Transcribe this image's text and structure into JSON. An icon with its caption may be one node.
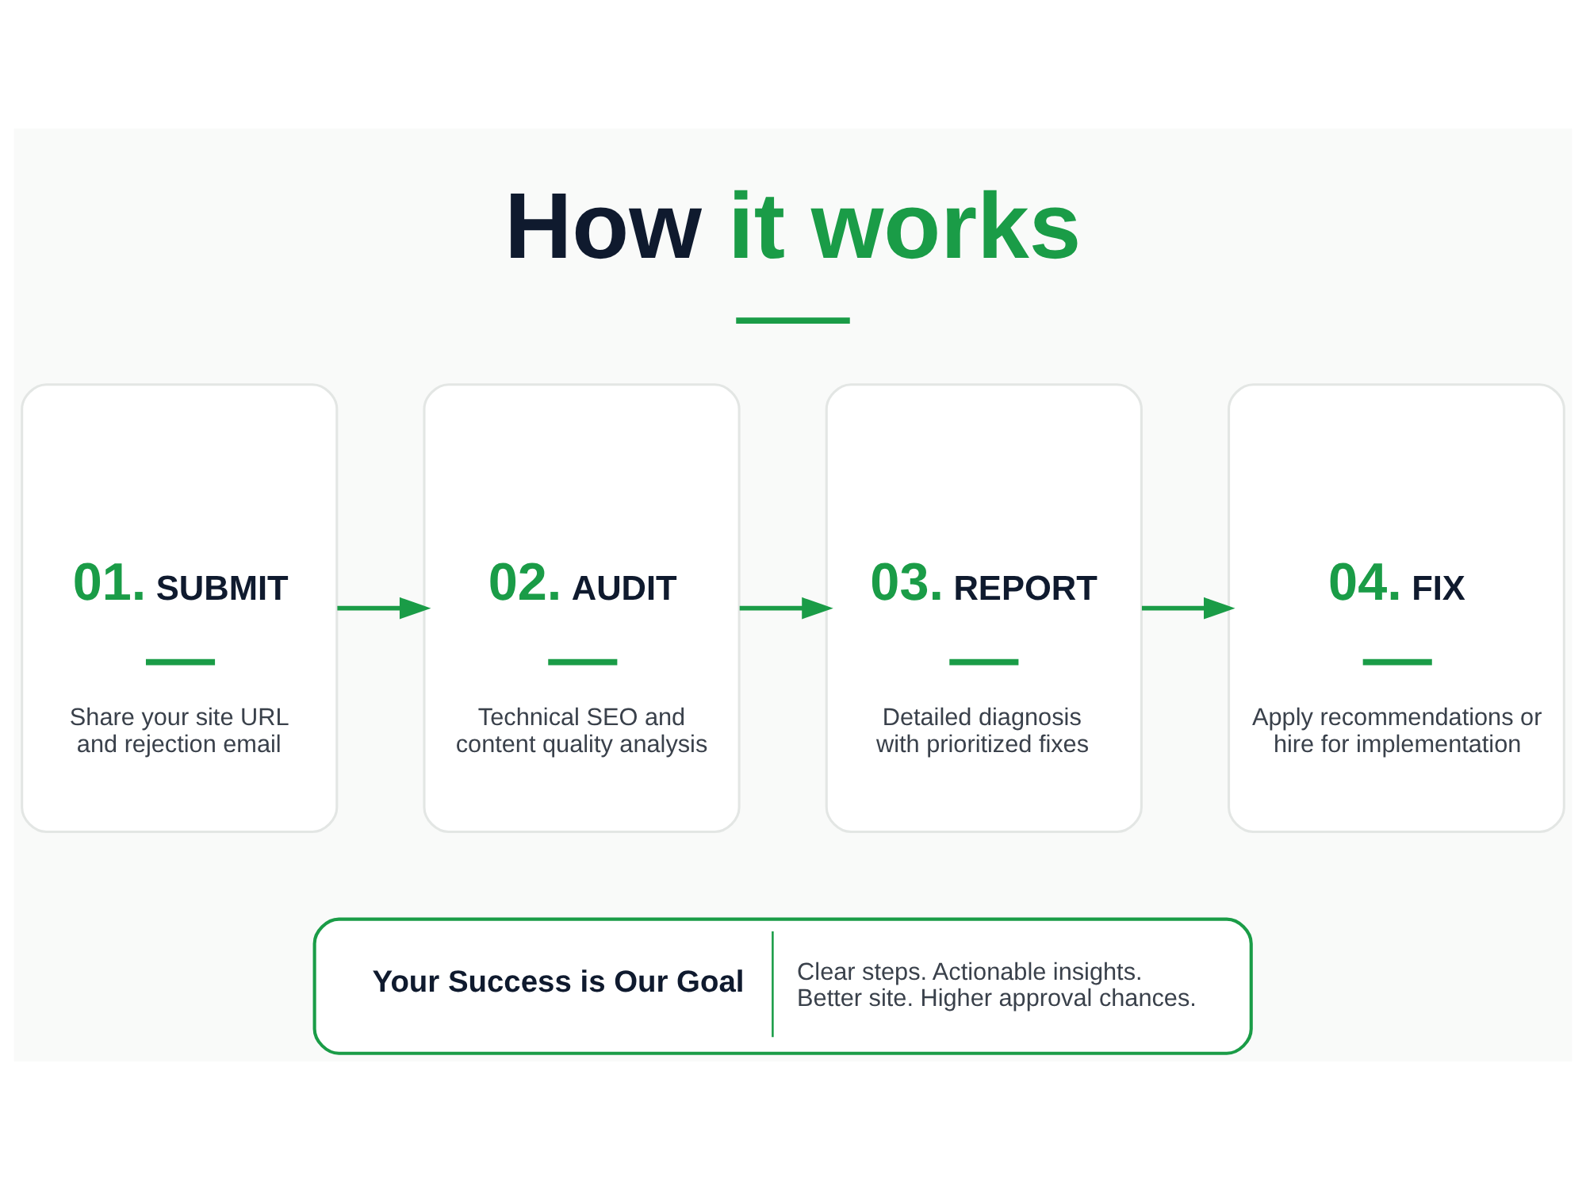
{
  "diagram": {
    "title": "How it works",
    "nodes": [
      {
        "text": [
          "01. SUBMIT",
          "Share your site URL and rejection email"
        ]
      },
      {
        "text": [
          "02. AUDIT",
          "Technical SEO and content quality analysis"
        ]
      },
      {
        "text": [
          "03. REPORT",
          "Detailed diagnosis with prioritized fixes"
        ]
      },
      {
        "text": [
          "04. FIX",
          "Apply recommendations or hire for implementation"
        ]
      },
      {
        "text": [
          "Your Success is Our Goal",
          "Clear steps. Actionable insights. Better site. Higher approval chances."
        ]
      }
    ],
    "edges": [
      {
        "from": 0,
        "to": 1,
        "arrow": "to"
      },
      {
        "from": 1,
        "to": 2,
        "arrow": "to"
      },
      {
        "from": 2,
        "to": 3,
        "arrow": "to"
      }
    ]
  }
}
